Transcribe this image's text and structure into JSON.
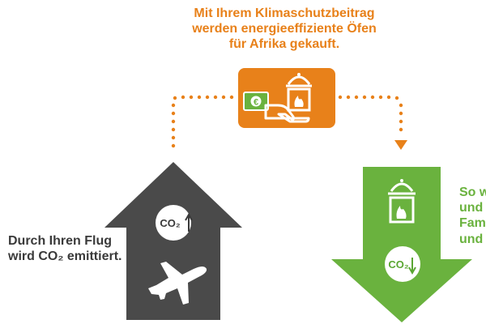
{
  "top_text": [
    "Mit Ihrem Klimaschutzbeitrag",
    "werden energieeffiziente Öfen",
    "für Afrika gekauft."
  ],
  "left_text": [
    "Durch Ihren Flug",
    "wird CO₂ emittiert."
  ],
  "right_text": [
    "So w",
    "und",
    "Fami",
    "und r"
  ],
  "badge_left": "CO₂",
  "badge_right": "CO₂",
  "euro_symbol": "€",
  "colors": {
    "orange": "#e8811a",
    "dark": "#4a4a4a",
    "green": "#6ab23e"
  },
  "icons": [
    "euro-note-icon",
    "stove-icon",
    "hand-icon",
    "airplane-icon",
    "arrow-up-icon",
    "arrow-down-icon"
  ]
}
